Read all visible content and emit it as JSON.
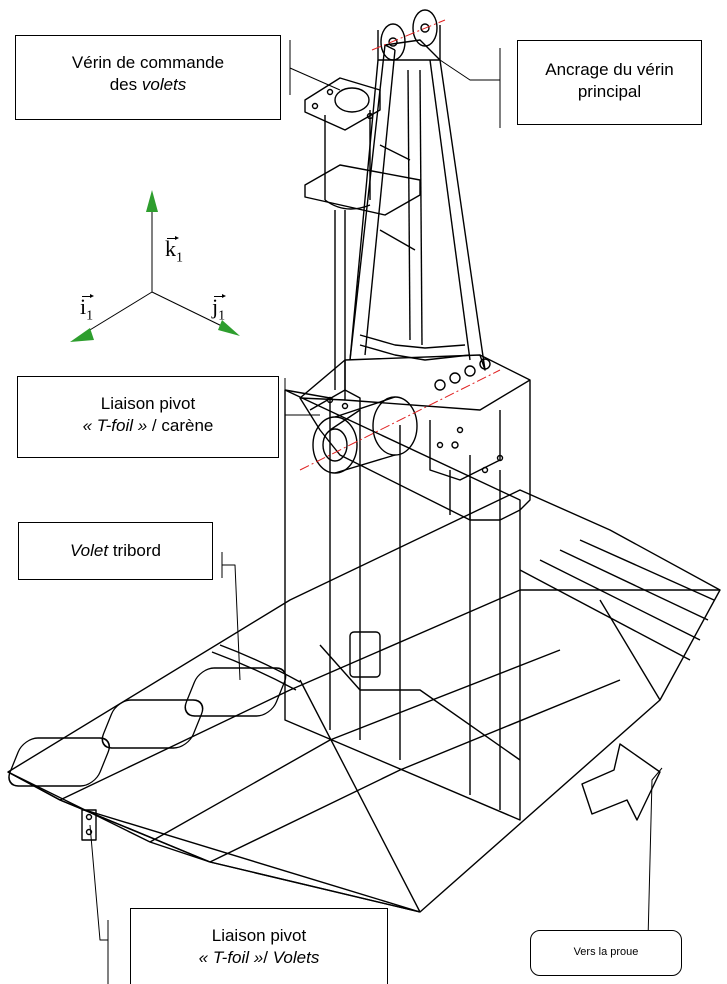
{
  "labels": {
    "verin_commande": {
      "line1": "Vérin de commande",
      "line2_prefix": "des ",
      "line2_italic": "volets"
    },
    "ancrage": {
      "line1": "Ancrage du vérin",
      "line2": "principal"
    },
    "liaison_tfoil_carene": {
      "line1": "Liaison pivot",
      "line2_italic": "« T-foil »",
      "line2_suffix": " / carène"
    },
    "volet_tribord": {
      "italic": "Volet",
      "suffix": " tribord"
    },
    "liaison_tfoil_volets": {
      "line1": "Liaison pivot",
      "line2_italic_a": "« T-foil »",
      "line2_mid": "/ ",
      "line2_italic_b": "Volets"
    },
    "vers_proue": "Vers la proue"
  },
  "axes": {
    "k": {
      "letter": "k",
      "sub": "1"
    },
    "i": {
      "letter": "i",
      "sub": "1"
    },
    "j": {
      "letter": "j",
      "sub": "1"
    },
    "arrow_color": "#2e9e2e"
  },
  "colors": {
    "line": "#000000",
    "axis_red": "#e02020",
    "background": "#ffffff"
  }
}
